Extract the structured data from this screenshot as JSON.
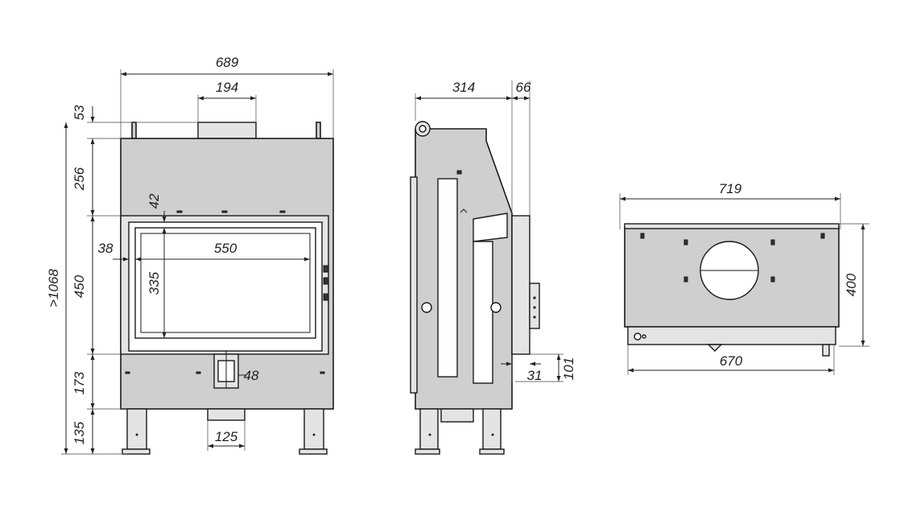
{
  "colors": {
    "body": "#cfcfcf",
    "line": "#1a1a1a",
    "background": "#ffffff"
  },
  "front_view": {
    "total_width": "689",
    "flue_width": "194",
    "top_collar_height": "53",
    "upper_height": "256",
    "door_height": "450",
    "lower_height": "173",
    "leg_height": "135",
    "total_height": ">1068",
    "glass_top_offset": "42",
    "glass_side_offset": "38",
    "glass_width": "550",
    "glass_height": "335",
    "air_inlet_offset": "48",
    "air_inlet_width": "125"
  },
  "side_view": {
    "depth": "314",
    "handle_depth": "66",
    "handle_offset": "31",
    "handle_height": "101"
  },
  "top_view": {
    "total_width": "719",
    "base_width": "670",
    "depth": "400"
  }
}
